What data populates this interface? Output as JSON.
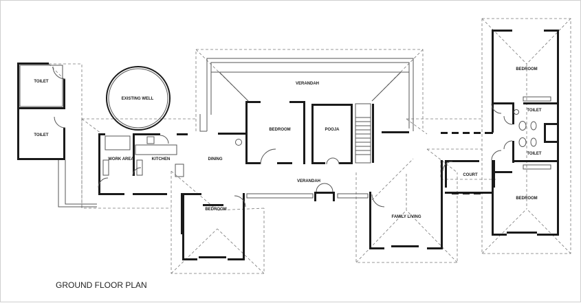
{
  "plan": {
    "title": "GROUND FLOOR PLAN",
    "rooms": {
      "toilet_top": "TOILET",
      "toilet_bottom": "TOILET",
      "existing_well": "EXISTING WELL",
      "work_area": "WORK AREA",
      "kitchen": "KITCHEN",
      "dining": "DINING",
      "verandah_top": "VERANDAH",
      "bedroom_center": "BEDROOM",
      "pooja": "POOJA",
      "verandah_mid": "VERANDAH",
      "bedroom_bottom": "BEDROOM",
      "family_living": "FAMILY LIVING",
      "court": "COURT",
      "bedroom_right_top": "BEDROOM",
      "toilet_right_top": "TOILET",
      "toilet_right_bottom": "TOILET",
      "bedroom_right_bottom": "BEDROOM"
    }
  }
}
